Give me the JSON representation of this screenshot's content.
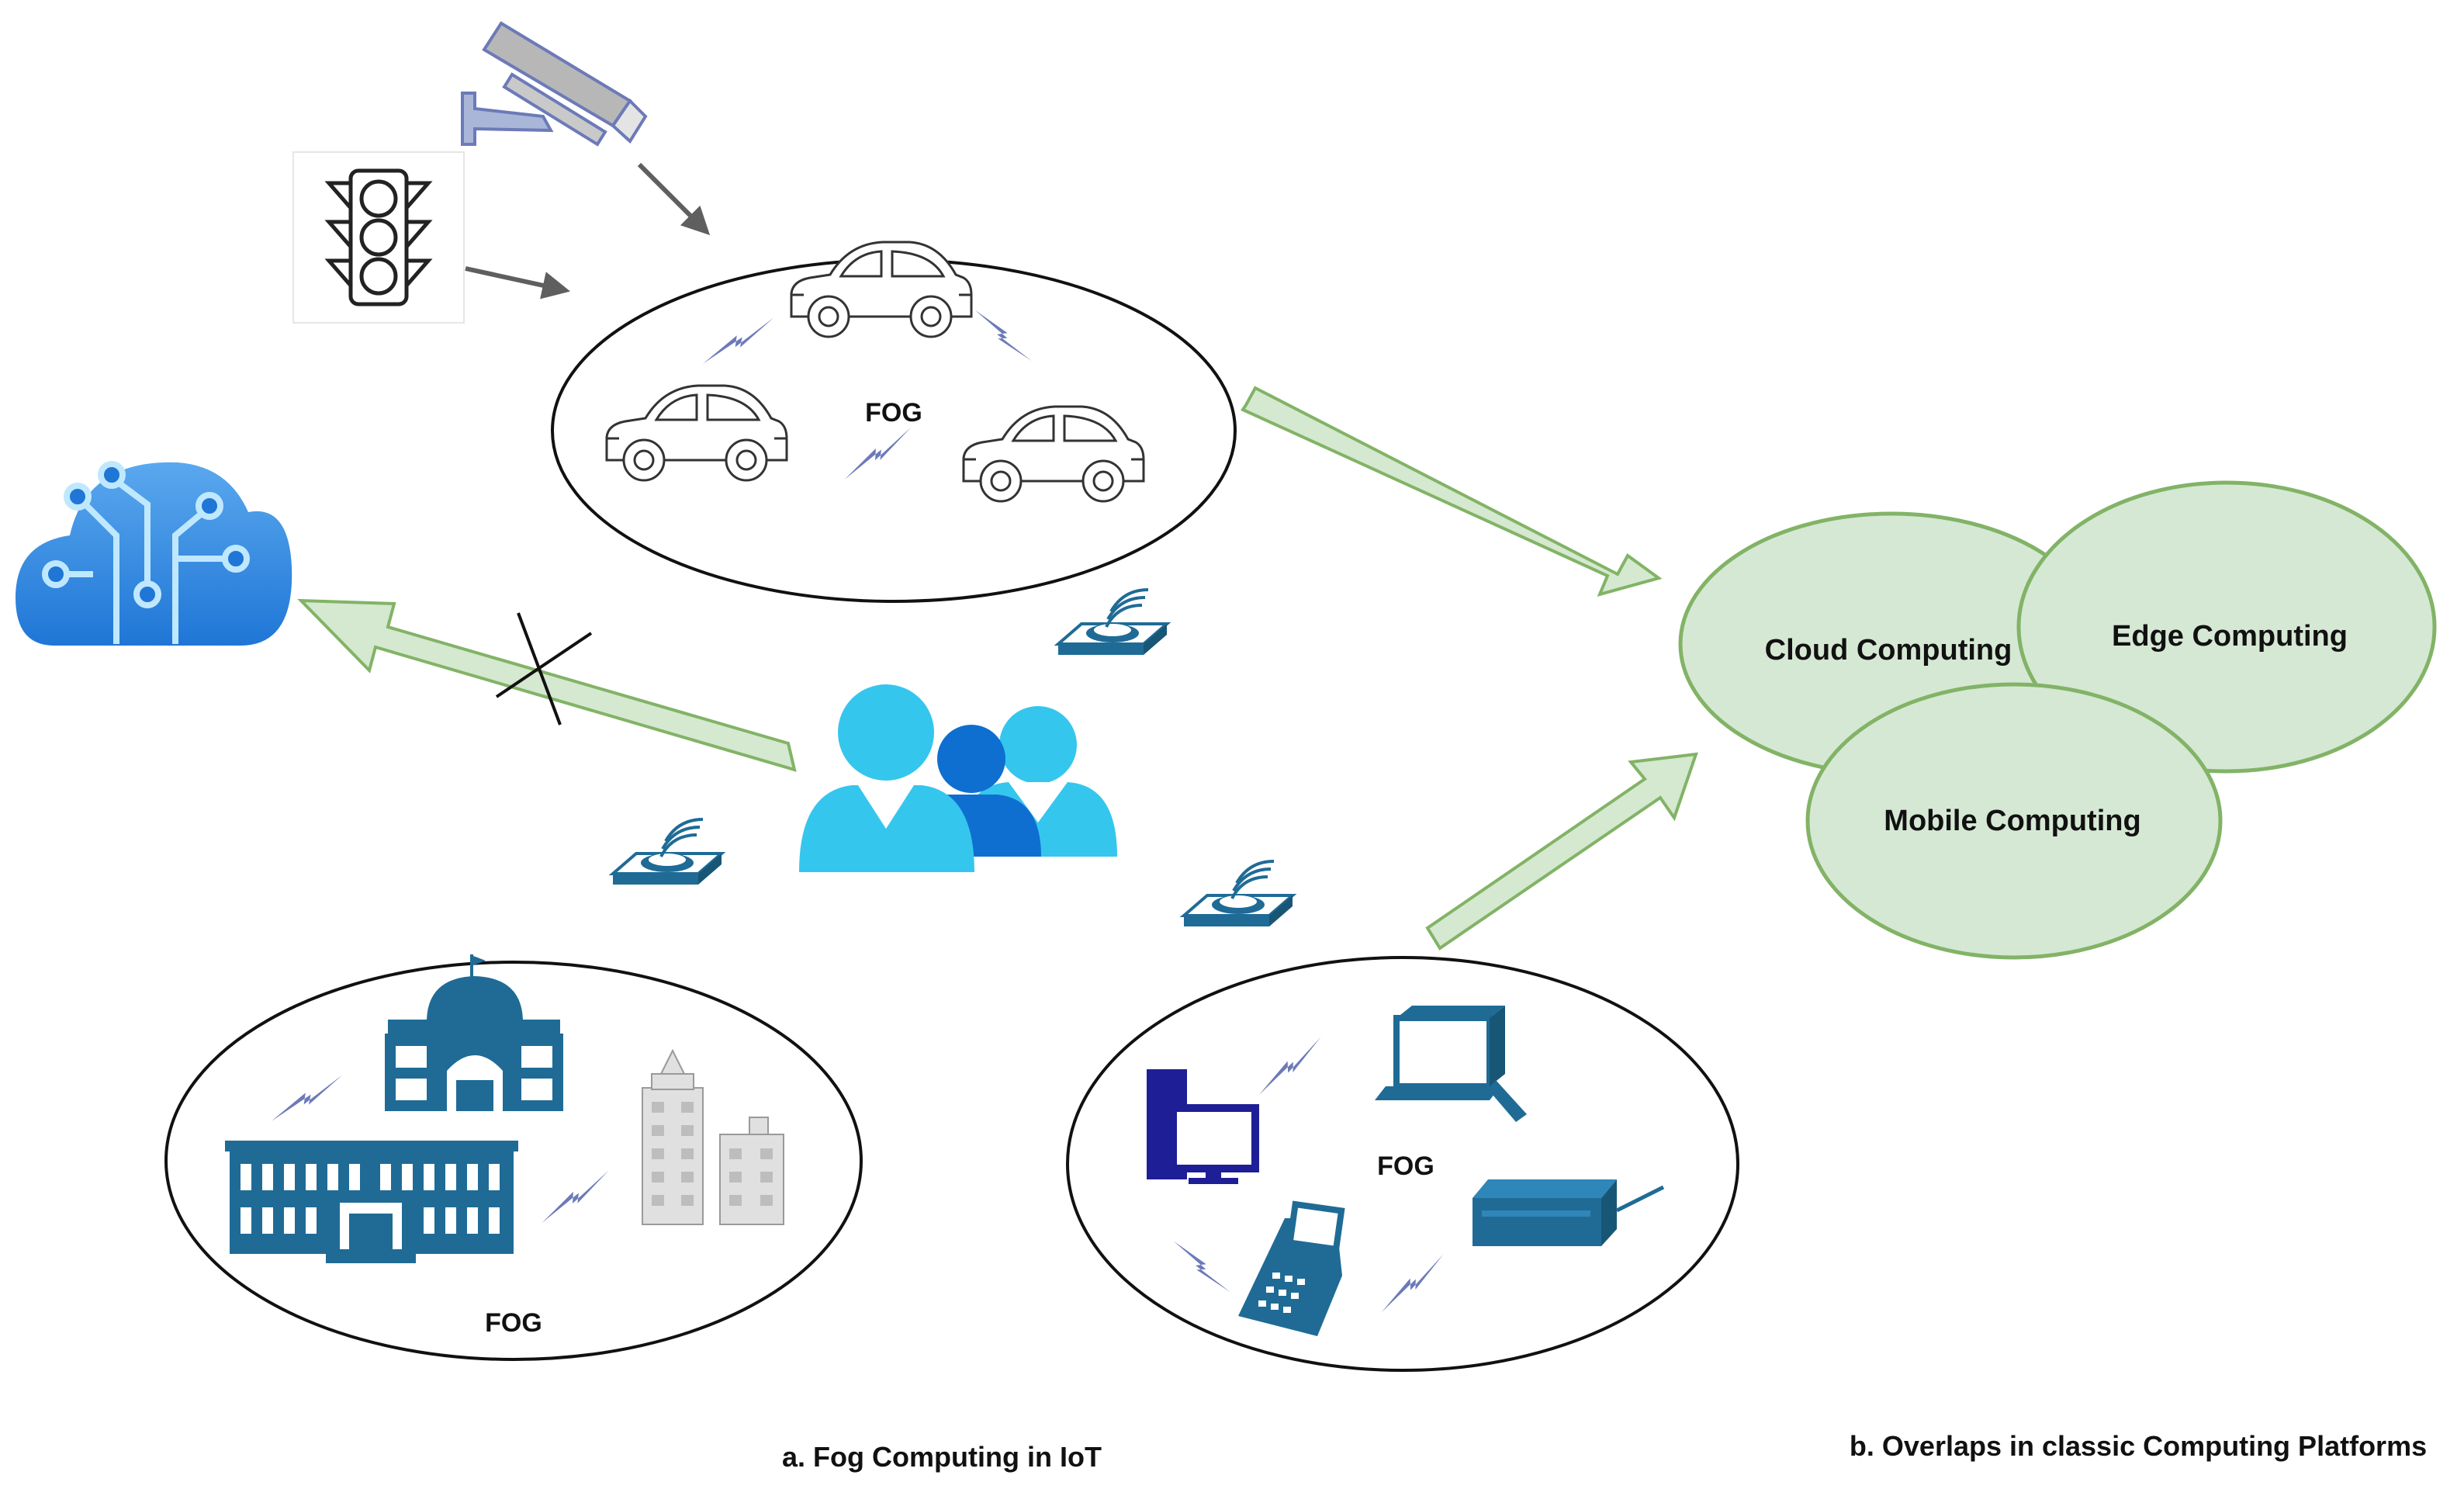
{
  "fog_labels": {
    "vehicles": "FOG",
    "buildings": "FOG",
    "devices": "FOG"
  },
  "venn": {
    "cloud": "Cloud Computing",
    "edge": "Edge Computing",
    "mobile": "Mobile Computing"
  },
  "captions": {
    "a": "a. Fog Computing in IoT",
    "b": "b.  Overlaps  in classic Computing Platforms"
  },
  "colors": {
    "arrow_fill": "#d5e8d0",
    "arrow_stroke": "#82b366",
    "venn_fill": "#d5e8d4",
    "venn_stroke": "#82b366",
    "icon_blue": "#1f6b96",
    "bolt": "#6c7ab8",
    "people_light": "#35c6ee",
    "people_dark": "#0e6fd1",
    "cloud_top": "#5aa8ee",
    "cloud_bottom": "#1f76d6"
  },
  "icons": [
    "cctv-camera-icon",
    "traffic-light-icon",
    "car-icon",
    "cloud-circuit-icon",
    "people-group-icon",
    "wifi-sensor-icon",
    "government-building-icon",
    "office-building-icon",
    "skyscraper-icon",
    "desktop-pc-icon",
    "terminal-icon",
    "handheld-scanner-icon",
    "network-device-icon",
    "lightning-bolt-icon"
  ]
}
